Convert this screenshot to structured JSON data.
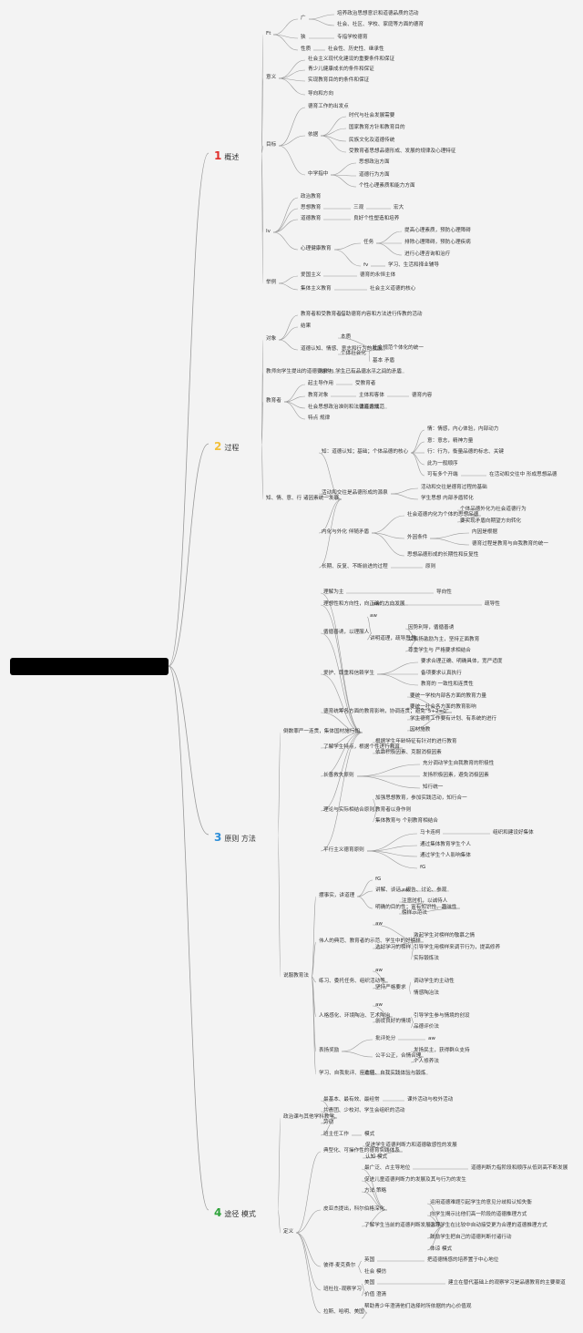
{
  "colors": {
    "background": "#f3f3f3",
    "line": "#999999",
    "root": "#000000",
    "cat1": "#e0302c",
    "cat2": "#f2c03a",
    "cat3": "#2f8fd8",
    "cat4": "#2fa33b"
  },
  "root": {
    "label": ""
  },
  "categories": [
    {
      "num": "1",
      "label": "概述",
      "color": "#e0302c"
    },
    {
      "num": "2",
      "label": "过程",
      "color": "#f2c03a"
    },
    {
      "num": "3",
      "label": "原则 方法",
      "color": "#2f8fd8"
    },
    {
      "num": "4",
      "label": "途径 模式",
      "color": "#2fa33b"
    }
  ],
  "nodes": [
    "Ft",
    "广",
    "培养政治思想意识和道德品质的活动",
    "社会、社区、学校、家庭等方面的德育",
    "狭",
    "专指学校德育",
    "性质",
    "社会性、历史性、继承性",
    "意义",
    "社会主义现代化建设的重要条件和保证",
    "青少儿健康成长的条件和保证",
    "实现教育目的的条件和保证",
    "导向和方向",
    "目标",
    "德育工作的出发点",
    "依据",
    "时代与社会发展需要",
    "国家教育方针和教育目的",
    "民族文化及道德传统",
    "受教育者思想品德形成、发展的规律及心理特征",
    "中学指中",
    "思想政治方面",
    "道德行为方面",
    "个性心理素质和能力方面",
    "Iv",
    "政治教育",
    "思想教育",
    "三观",
    "宏大",
    "道德教育",
    "良好个性塑造和培养",
    "心理健康教育",
    "任务",
    "提高心理素质，预防心理障碍",
    "排除心理障碍，预防心理疾病",
    "进行心理咨询和治疗",
    "fv",
    "学习、生活和择业辅导",
    "举例",
    "爱国主义",
    "德育的永恒主体",
    "集体主义教育",
    "社会主义道德的核心",
    "对象",
    "教育者和受教育者",
    "借助德育内容和方法进行传教的活动",
    "结果",
    "道德认知、情感、意志和行为的发展",
    "本质",
    "个体社会化",
    "社会规范个体化的统一",
    "基本 矛盾",
    "教师向学生提出的道德要求 与 学生已有品德水平之间的矛盾",
    "结构",
    "教育者",
    "起主导作用",
    "受教育者",
    "教育对象",
    "主体和客体",
    "德育内容",
    "社会思想政治准则和法律道德规范",
    "德育方法",
    "特点 规律",
    "知、情、意、行 诸因素统一发展",
    "知：道德认知；基础；个体品德的核心",
    "情：情感，内心体验，内部动力",
    "意：意志，精神力量",
    "行：行为，衡量品德的标志、关键",
    "此为一般顺序",
    "可有多个开端",
    "在活动和交往中 形成思想品德",
    "活动和交往是品德形成的源泉",
    "活动和交往是德育过程的基础",
    "学生思想 内部矛盾转化",
    "内化与外化 伴随矛盾",
    "社会道德内化为个体的思想品德",
    "个体品德外化为社会道德行为",
    "要实现矛盾向期望方向转化",
    "外因条件",
    "内因是根据",
    "德育过程是教育与自我教育的统一",
    "思想品德形成的长期性和反复性",
    "长期、反复、不断前进的过程",
    "原则",
    "倒数罪严一连贯，集体国材施行知",
    "理解为主",
    "导向性",
    "理想性和方向性，向正确的方向发展",
    "aw",
    "疏导性",
    "循循善诱，以理服人",
    "aw",
    "讲明道理，疏导思想",
    "因势利导，循循善诱",
    "以表扬激励为主，坚持正面教育",
    "尊重学生与 严格要求相结合",
    "爱护、尊重和信赖学生",
    "要求合理正确、明确具体，宽严适度",
    "备项要求认真执行",
    "教育的 一致性和连贯性",
    "德育统筹各方面的教育影响，协调连贯；避免“5+2=0”",
    "要统一学校内部各方面的教育力量",
    "要统一社会各方面的教育影响",
    "学生德育工作要有计划、有系统的进行",
    "因材施教",
    "了解学生特点，根据个性进行教育",
    "根据学生年龄特征有针对的进行教育",
    "依靠积极因素、克服消极因素",
    "长善救失原则",
    "充分调动学生自我教育的积极性",
    "发扬积极因素，避免消极因素",
    "知行统一",
    "理论与实际相结合原则",
    "加强思想教育，参加实践活动，知行合一",
    "教育者以身作则",
    "集体教育与 个别教育相结合",
    "平行主义德育原则",
    "马卡连柯",
    "组织和建设好集体",
    "通过集体教育学生个人",
    "通过学生个人影响集体",
    "fG",
    "说服教育法",
    "摆事实，讲道理",
    "fG",
    "讲解、谈话、报告、讨论、参观",
    "aw",
    "明确的目的性；富有知识性、趣味性",
    "注意时机，以诚待人",
    "榜样示范法",
    "伟人的典范、教育者的示范、学生中的好榜样",
    "aw",
    "选好学习的榜样",
    "激起学生对榜样的敬慕之情",
    "引导学生用榜样来调节行为，提高修养",
    "实际锻炼法",
    "练习、委托任务、组织活动等",
    "aw",
    "坚持严格要求",
    "调动学生的主动性",
    "情感陶冶法",
    "人格感化、环境陶冶、艺术陶冶",
    "aw",
    "创设良好的情境",
    "引导学生参与情境的创设",
    "品德评价法",
    "表扬奖励",
    "批评处分",
    "aw",
    "公平公正，合情合理",
    "发扬民主，获得群众支持",
    "个人修养法",
    "学习、自我批评、座右铭、自我实践体验与锻炼",
    "途径",
    "政治课与其他学科教学",
    "最基本、最有效、最经常",
    "课外活动与校外活动",
    "共青团、少校对、学生会组织的活动",
    "劳动",
    "班主任工作",
    "模式",
    "定义",
    "典型化、可操作性的德育实践体系",
    "促进学生道德判断力和道德敏感性的发展",
    "认知 模式",
    "皮亚杰提出，科尔伯格深化",
    "最广泛、占主导地位",
    "道德判断力指阶段和顺序从低到高不断发展",
    "促进儿童道德判断力的发展及其与行为的发生",
    "方法 策略",
    "了解学生当前的道德判断发展水平",
    "运用道德难题引起学生的意见分歧和认知失衡",
    "向学生揭示比他们高一阶段的道德推理方式",
    "引导学生在比较中自动接受更为合理的道德推理方式",
    "鼓励学生把自己的道德判断付诸行动",
    "体谅 模式",
    "彼得·麦克费尔",
    "英国",
    "把道德情感的培养置于中心地位",
    "社会 模仿",
    "班杜拉–观察学习",
    "美国",
    "建立在替代基础上的观察学习是品德教育的主要渠道",
    "价值 澄清",
    "拉斯、哈明、美国",
    "帮助青少年澄清他们选择时所依据的内心价值观"
  ]
}
